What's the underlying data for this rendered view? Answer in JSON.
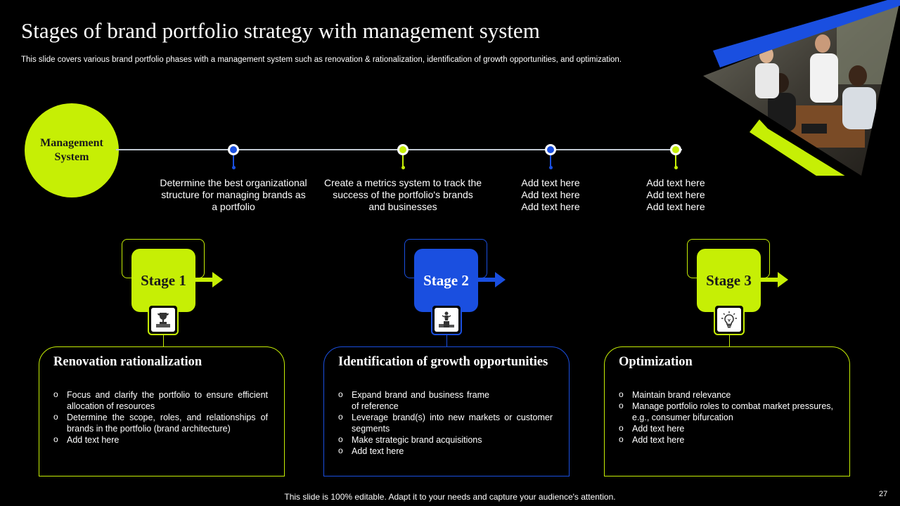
{
  "title": "Stages of brand portfolio strategy with management system",
  "subtitle": "This slide covers various brand portfolio phases with a management system such as renovation & rationalization, identification of growth opportunities, and optimization.",
  "management_system": {
    "label": "Management System"
  },
  "timeline": [
    {
      "lines": [
        "Determine the best organizational",
        "structure for managing brands as",
        "a portfolio"
      ],
      "color": "#1a4fe0"
    },
    {
      "lines": [
        "Create a metrics system to track the",
        "success of the portfolio's brands",
        "and businesses"
      ],
      "color": "#c6ef05"
    },
    {
      "lines": [
        "Add text here",
        "Add text here",
        "Add text here"
      ],
      "color": "#1a4fe0"
    },
    {
      "lines": [
        "Add text here",
        "Add text here",
        "Add text here"
      ],
      "color": "#c6ef05"
    }
  ],
  "stages": [
    {
      "label": "Stage 1",
      "icon": "trophy-icon",
      "color": "#c6ef05",
      "title": "Renovation rationalization",
      "bullets": [
        "Focus and clarify the portfolio to ensure efficient allocation of resources",
        "Determine the scope, roles, and relationships of brands in the portfolio (brand architecture)",
        "Add text here"
      ]
    },
    {
      "label": "Stage 2",
      "icon": "podium-icon",
      "color": "#1a4fe0",
      "title": "Identification of growth opportunities",
      "bullets": [
        "Expand brand and business frame of reference",
        "Leverage brand(s) into new markets or customer segments",
        "Make strategic brand acquisitions",
        "Add text here"
      ]
    },
    {
      "label": "Stage 3",
      "icon": "lightbulb-icon",
      "color": "#c6ef05",
      "title": "Optimization",
      "bullets": [
        "Maintain brand relevance",
        "Manage portfolio roles to combat market pressures, e.g., consumer bifurcation",
        "Add text here",
        "Add text here"
      ]
    }
  ],
  "footer": "This slide is 100% editable. Adapt it to your needs and capture your audience's attention.",
  "page_number": "27",
  "colors": {
    "lime": "#c6ef05",
    "blue": "#1a4fe0",
    "background": "#000000"
  }
}
